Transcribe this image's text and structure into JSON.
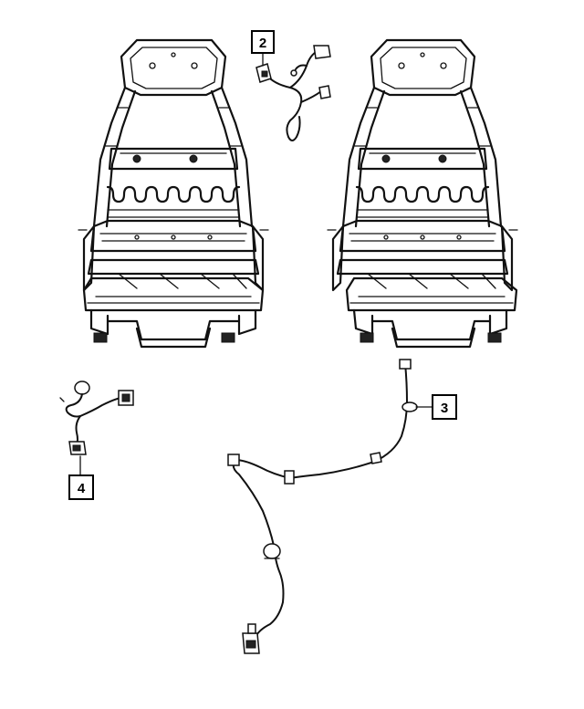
{
  "callouts": [
    {
      "id": "2",
      "label": "2"
    },
    {
      "id": "3",
      "label": "3"
    },
    {
      "id": "4",
      "label": "4"
    }
  ],
  "colors": {
    "line": "#111111",
    "background": "#ffffff"
  }
}
